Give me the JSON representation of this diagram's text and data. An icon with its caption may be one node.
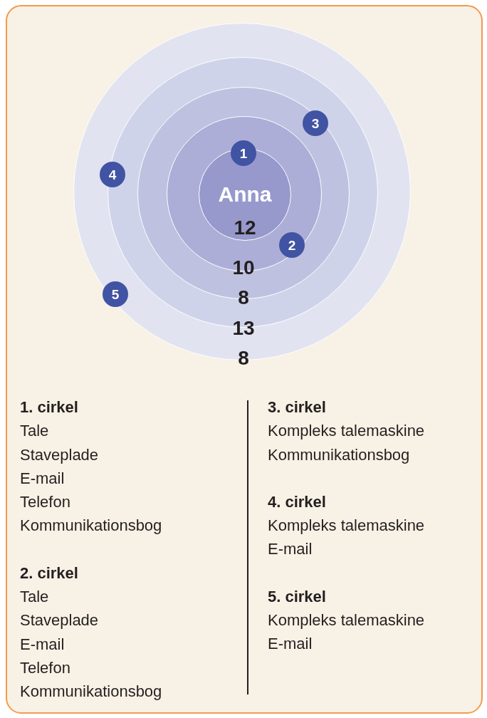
{
  "diagram": {
    "nodes": [
      {
        "text": [],
        "shape": "circle",
        "beside": [
          "8"
        ]
      },
      {
        "text": [],
        "shape": "circle",
        "in": 0,
        "beside": [
          "13"
        ]
      },
      {
        "text": [],
        "shape": "circle",
        "in": 1,
        "beside": [
          "8"
        ]
      },
      {
        "text": [],
        "shape": "circle",
        "in": 2,
        "beside": [
          "10"
        ]
      },
      {
        "text": [
          "Anna",
          "12"
        ],
        "in": 3
      },
      {
        "text": [
          "1"
        ],
        "in": 3
      },
      {
        "text": [
          "2"
        ],
        "in": 3
      },
      {
        "text": [
          "3"
        ],
        "in": 2
      },
      {
        "text": [
          "4"
        ],
        "in": 1
      },
      {
        "text": [
          "5"
        ],
        "in": 0
      }
    ],
    "labels": [
      "1. cirkel",
      "Tale",
      "Staveplade",
      "E-mail",
      "Telefon",
      "Kommunikationsbog",
      "2. cirkel",
      "Tale",
      "Staveplade",
      "E-mail",
      "Telefon",
      "Kommunikationsbog",
      "3. cirkel",
      "Kompleks talemaskine",
      "Kommunikationsbog",
      "4. cirkel",
      "Kompleks talemaskine",
      "E-mail",
      "5. cirkel",
      "Kompleks talemaskine",
      "E-mail"
    ]
  }
}
